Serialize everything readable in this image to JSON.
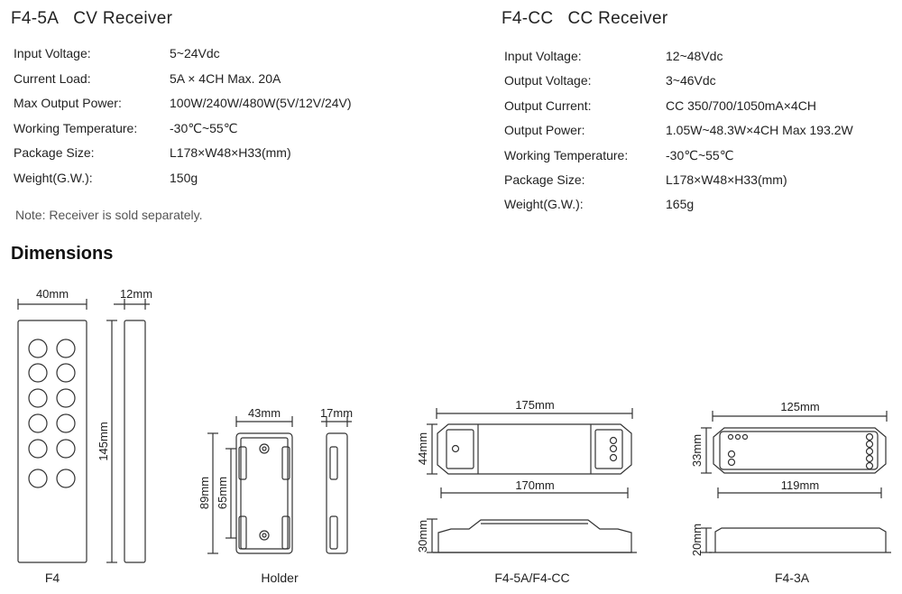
{
  "cv_receiver": {
    "model": "F4-5A",
    "name": "CV Receiver",
    "specs": [
      {
        "label": "Input Voltage:",
        "value": "5~24Vdc"
      },
      {
        "label": "Current Load:",
        "value": "5A × 4CH  Max. 20A"
      },
      {
        "label": "Max Output Power:",
        "value": "100W/240W/480W(5V/12V/24V)"
      },
      {
        "label": "Working Temperature:",
        "value": "-30℃~55℃"
      },
      {
        "label": "Package Size:",
        "value": "L178×W48×H33(mm)"
      },
      {
        "label": "Weight(G.W.):",
        "value": "150g"
      }
    ],
    "note": "Note: Receiver is sold separately."
  },
  "cc_receiver": {
    "model": "F4-CC",
    "name": "CC Receiver",
    "specs": [
      {
        "label": "Input Voltage:",
        "value": "12~48Vdc"
      },
      {
        "label": "Output Voltage:",
        "value": "3~46Vdc"
      },
      {
        "label": "Output Current:",
        "value": "CC 350/700/1050mA×4CH"
      },
      {
        "label": "Output Power:",
        "value": "1.05W~48.3W×4CH  Max 193.2W"
      },
      {
        "label": "Working Temperature:",
        "value": "-30℃~55℃"
      },
      {
        "label": "Package Size:",
        "value": "L178×W48×H33(mm)"
      },
      {
        "label": "Weight(G.W.):",
        "value": "165g"
      }
    ]
  },
  "dimensions": {
    "title": "Dimensions",
    "f4": {
      "caption": "F4",
      "width": "40mm",
      "depth": "12mm",
      "height": "145mm"
    },
    "holder": {
      "caption": "Holder",
      "width": "43mm",
      "depth": "17mm",
      "height_outer": "89mm",
      "height_inner": "65mm"
    },
    "receiver_5a_cc": {
      "caption": "F4-5A/F4-CC",
      "length_outer": "175mm",
      "length_inner": "170mm",
      "width": "44mm",
      "height": "30mm"
    },
    "receiver_3a": {
      "caption": "F4-3A",
      "length_outer": "125mm",
      "length_inner": "119mm",
      "width": "33mm",
      "height": "20mm"
    }
  }
}
